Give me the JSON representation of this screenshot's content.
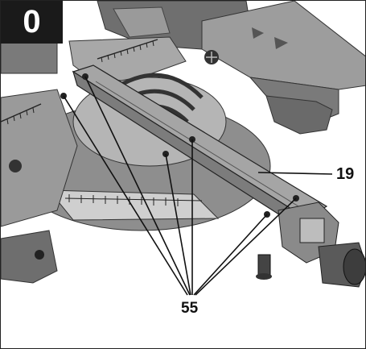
{
  "figure": {
    "step_badge": "0",
    "callouts": {
      "fence": "19",
      "screws": "55"
    }
  },
  "colors": {
    "background": "#ffffff",
    "badge_bg": "#1a1a1a",
    "badge_text": "#ffffff",
    "illustration_gray": "#8a8a8a",
    "line": "#111111"
  }
}
